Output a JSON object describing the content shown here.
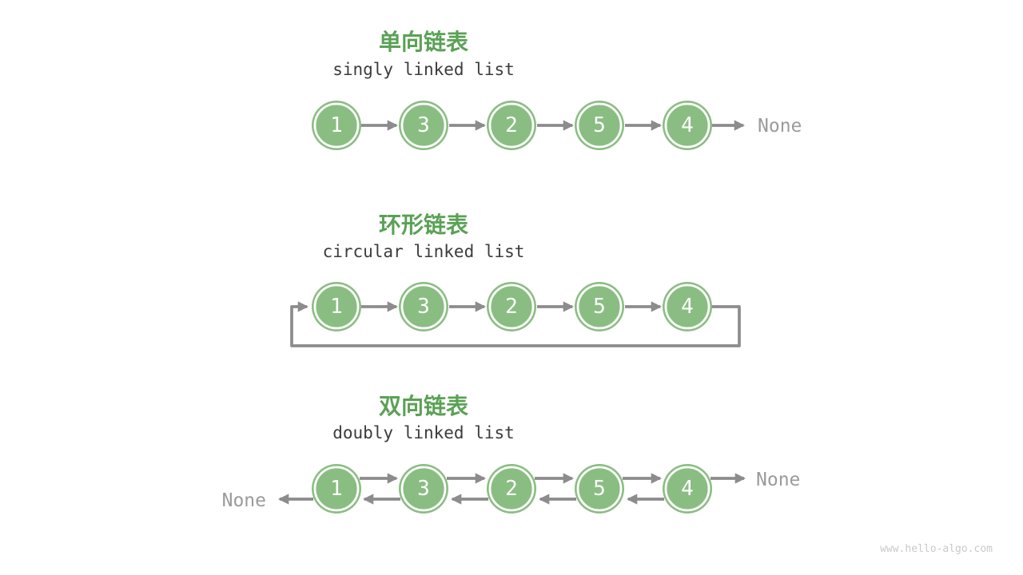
{
  "page": {
    "watermark": "www.hello-algo.com",
    "background": "#ffffff"
  },
  "colors": {
    "node_fill": "#8abd82",
    "node_inner_ring": "#ffffff",
    "node_number_text": "#ffffff",
    "title_green": "#5aa155",
    "subtitle_text": "#3c3c3c",
    "arrow_gray": "#8c8c8c",
    "none_label_gray": "#9b9b9b",
    "watermark_gray": "#c9c9c9"
  },
  "sections": [
    {
      "id": "singly-linked-list",
      "title_zh": "单向链表",
      "title_en": "singly linked list",
      "nodes": [
        "1",
        "3",
        "2",
        "5",
        "4"
      ],
      "tail_label": "None"
    },
    {
      "id": "circular-linked-list",
      "title_zh": "环形链表",
      "title_en": "circular linked list",
      "nodes": [
        "1",
        "3",
        "2",
        "5",
        "4"
      ]
    },
    {
      "id": "doubly-linked-list",
      "title_zh": "双向链表",
      "title_en": "doubly linked list",
      "nodes": [
        "1",
        "3",
        "2",
        "5",
        "4"
      ],
      "head_label": "None",
      "tail_label": "None"
    }
  ]
}
